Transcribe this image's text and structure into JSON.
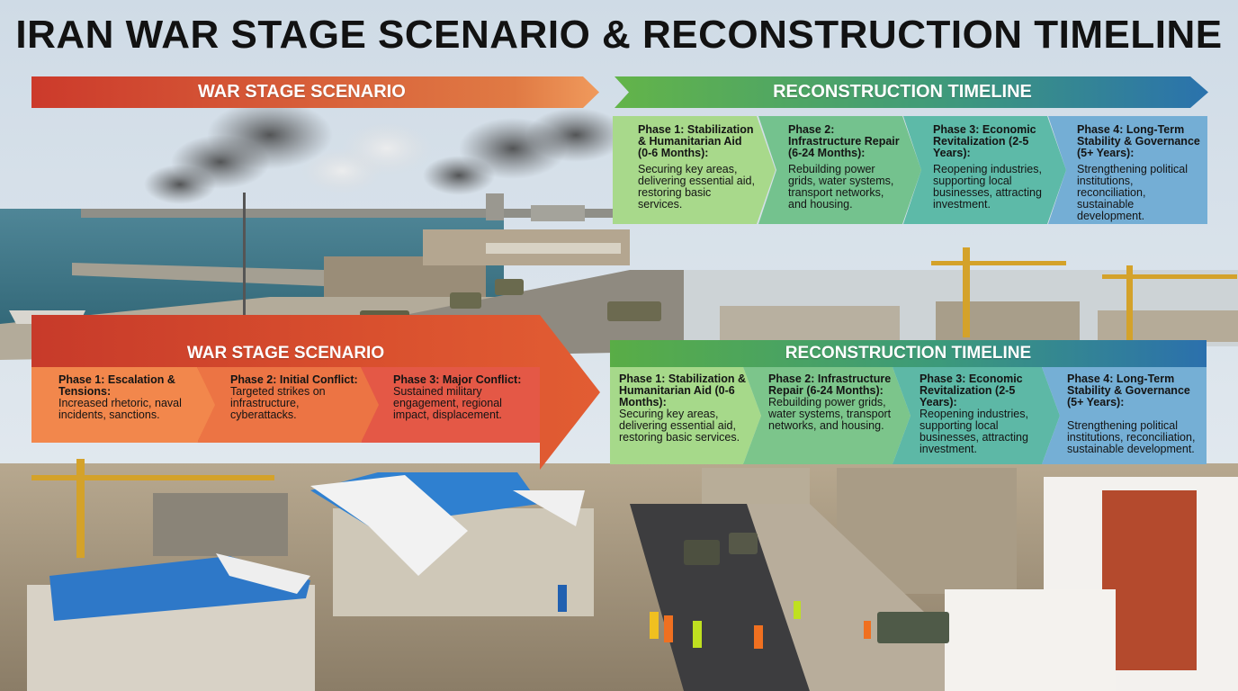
{
  "title": "IRAN WAR STAGE SCENARIO & RECONSTRUCTION TIMELINE",
  "top": {
    "war_banner": "WAR STAGE SCENARIO",
    "recon_banner": "RECONSTRUCTION TIMELINE",
    "phases": [
      {
        "title": "Phase 1: Stabilization & Humanitarian Aid (0-6 Months):",
        "desc": "Securing key areas, delivering essential aid, restoring basic services."
      },
      {
        "title": "Phase 2: Infrastructure Repair (6-24 Months):",
        "desc": "Rebuilding power grids, water systems, transport networks, and housing."
      },
      {
        "title": "Phase 3: Economic Revitalization (2-5 Years):",
        "desc": "Reopening industries, supporting local businesses, attracting investment."
      },
      {
        "title": "Phase 4: Long-Term Stability & Governance (5+ Years):",
        "desc": "Strengthening political institutions, reconciliation, sustainable development."
      }
    ]
  },
  "bottom": {
    "war_banner": "WAR STAGE SCENARIO",
    "war_phases": [
      {
        "title": "Phase 1: Escalation & Tensions:",
        "desc": "Increased rhetoric, naval incidents, sanctions."
      },
      {
        "title": "Phase 2: Initial Conflict:",
        "desc": "Targeted strikes on infrastructure, cyberattacks."
      },
      {
        "title": "Phase 3: Major Conflict:",
        "desc": "Sustained military engagement, regional impact, displacement."
      }
    ],
    "recon_banner": "RECONSTRUCTION TIMELINE",
    "recon_phases": [
      {
        "title": "Phase 1: Stabilization & Humanitarian Aid (0-6 Months):",
        "desc": "Securing key areas, delivering essential aid, restoring basic services."
      },
      {
        "title": "Phase 2: Infrastructure Repair (6-24 Months):",
        "desc": "Rebuilding power grids, water systems, transport networks, and housing."
      },
      {
        "title": "Phase 3: Economic Revitalization (2-5 Years):",
        "desc": "Reopening industries, supporting local businesses, attracting investment."
      },
      {
        "title": "Phase 4: Long-Term Stability & Governance (5+ Years):",
        "desc": "Strengthening political institutions, reconciliation, sustainable development."
      }
    ]
  },
  "colors": {
    "war_red": "#c8372a",
    "war_orange": "#e8874a",
    "recon_green": "#5db04a",
    "recon_blue": "#2f7fb5",
    "phase_green_light": "#a7d88a",
    "phase_teal": "#5fb9a8",
    "phase_blue_light": "#73acd3",
    "phase_orange": "#f08a4e",
    "phase_red": "#e55a45"
  }
}
